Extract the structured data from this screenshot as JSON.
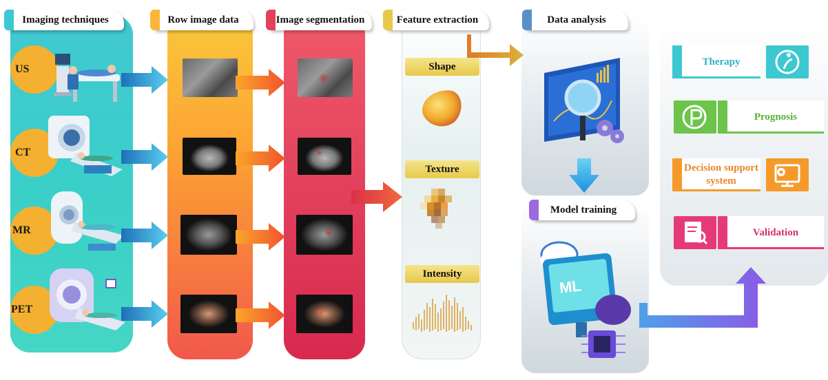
{
  "headers": {
    "imaging": "Imaging techniques",
    "raw": "Row image data",
    "segmentation": "Image segmentation",
    "features": "Feature extraction",
    "analysis": "Data analysis",
    "model": "Model training"
  },
  "modalities": [
    "US",
    "CT",
    "MR",
    "PET"
  ],
  "features": [
    "Shape",
    "Texture",
    "Intensity"
  ],
  "ml_label": "ML",
  "outcomes": {
    "therapy": "Therapy",
    "prognosis": "Prognosis",
    "decision_line1": "Decision support",
    "decision_line2": "system",
    "validation": "Validation"
  },
  "colors": {
    "teal": "#3cc8d0",
    "orange": "#f7a13a",
    "red": "#e2415c",
    "gold": "#e7c94a",
    "green": "#6cc44a",
    "decision_orange": "#f59a2a",
    "validation_pink": "#e63a78",
    "arrow_blue": "#2fa6e6",
    "arrow_purple": "#7a5ce6"
  },
  "icons": [
    "ultrasound-machine-icon",
    "ct-scanner-icon",
    "mri-scanner-icon",
    "pet-scanner-icon",
    "magnifier-dashboard-icon",
    "gears-icon",
    "cloud-icon",
    "brain-chip-icon",
    "therapy-person-icon",
    "prognosis-icon",
    "monitor-gear-icon",
    "checklist-magnifier-icon"
  ]
}
